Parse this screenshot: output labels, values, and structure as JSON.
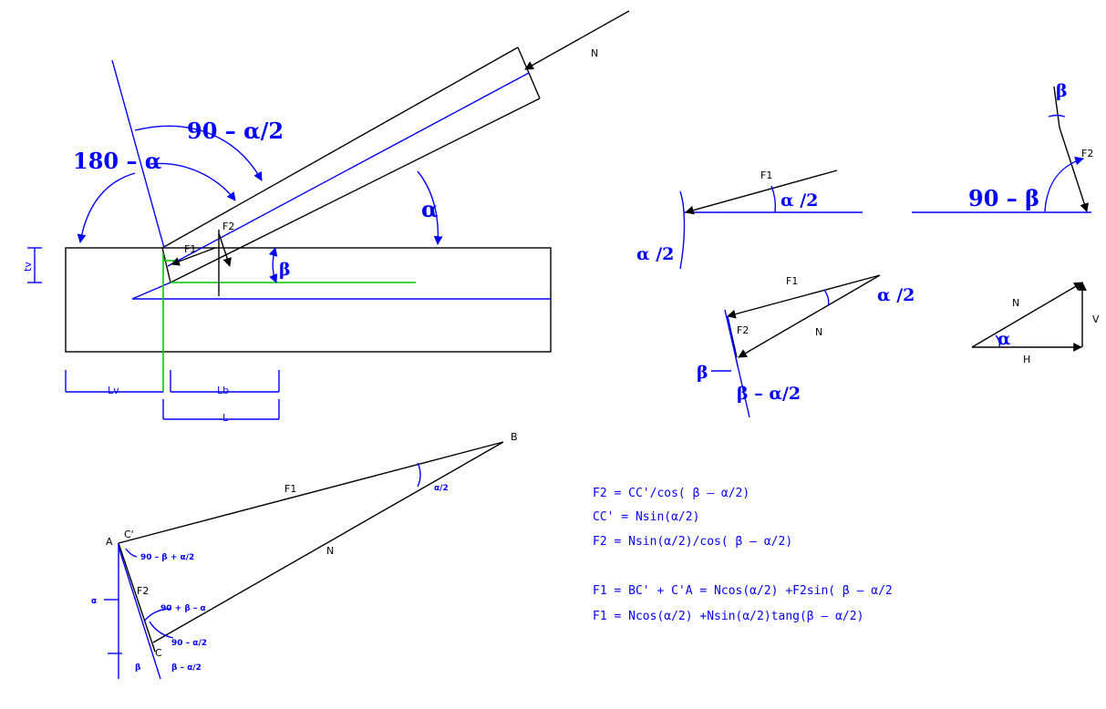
{
  "colors": {
    "blue": "#0000ff",
    "green": "#00cc00",
    "black": "#000000"
  },
  "labels": {
    "N": "N",
    "alpha": "α",
    "beta": "β",
    "ninety_minus_alpha_half": "90 – α/2",
    "one_eighty_minus_alpha": "180 – α",
    "F1": "F1",
    "F2": "F2",
    "tv": "tv",
    "Lv": "Lv",
    "Lb": "Lb",
    "L": "L",
    "alpha_half": "α /2",
    "ninety_minus_beta": "90 – β",
    "beta_minus_alpha_half": "β – α/2",
    "V": "V",
    "H": "H",
    "A": "A",
    "B": "B",
    "C": "C",
    "C_prime": "C'",
    "small_alpha_half": "α/2",
    "small_ninety_minus_beta_plus_alpha_half": "90 – β + α/2",
    "small_ninety_plus_beta_minus_alpha": "90 + β – α",
    "small_ninety_minus_alpha_half": "90 – α/2",
    "small_alpha": "α",
    "small_beta_minus_alpha_half": "β – α/2"
  },
  "equations": [
    "F2  =  CC'/cos( β – α/2)",
    "CC'  =  Nsin(α/2)",
    "F2  =  Nsin(α/2)/cos( β – α/2)",
    "F1  =  BC'  +  C'A  =  Ncos(α/2)  +F2sin( β – α/2",
    "F1  =  Ncos(α/2)  +Nsin(α/2)tang(β – α/2)"
  ]
}
